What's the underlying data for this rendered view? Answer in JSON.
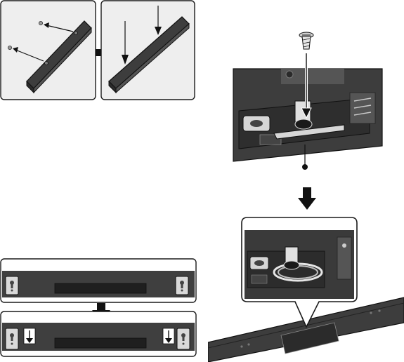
{
  "figure": {
    "steps": [
      {
        "id": "step-1-mark-holes",
        "description": ""
      },
      {
        "id": "step-2-drive-screws",
        "description": ""
      },
      {
        "id": "step-3-hang-bar",
        "description": ""
      },
      {
        "id": "step-4-insert-screw-into-cable-holder",
        "description": ""
      },
      {
        "id": "step-5-route-cables",
        "description": ""
      }
    ],
    "colors": {
      "bar_fill": "#4a4a4a",
      "bar_dark": "#2a2a2a",
      "panel_bg": "#eeeeee",
      "outline": "#1a1a1a",
      "arrow": "#111111",
      "highlight": "#d9d9d9"
    }
  },
  "icons": [
    "arrow-right-icon",
    "arrow-down-icon",
    "screw-icon",
    "wall-bracket-icon",
    "cable-holder-icon"
  ]
}
